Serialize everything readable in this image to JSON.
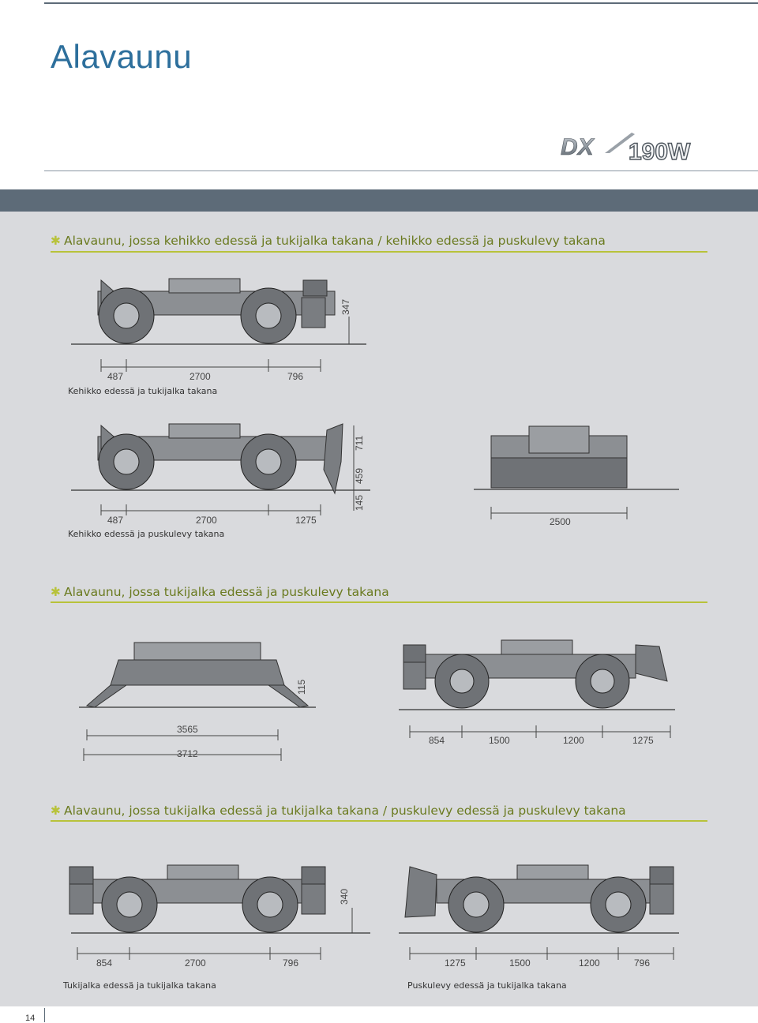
{
  "page": {
    "title": "Alavaunu",
    "page_number": "14",
    "logo_text": "DX190W"
  },
  "sections": [
    {
      "heading": "Alavaunu, jossa kehikko edessä ja tukijalka takana / kehikko edessä ja puskulevy takana"
    },
    {
      "heading": "Alavaunu, jossa tukijalka edessä ja puskulevy takana"
    },
    {
      "heading": "Alavaunu, jossa tukijalka edessä ja tukijalka takana / puskulevy edessä ja puskulevy takana"
    }
  ],
  "drawings": {
    "d1": {
      "caption": "Kehikko edessä ja tukijalka takana",
      "dims": [
        "487",
        "2700",
        "796",
        "347"
      ]
    },
    "d2": {
      "caption": "Kehikko edessä ja puskulevy takana",
      "dims": [
        "487",
        "2700",
        "1275",
        "711",
        "459",
        "145"
      ]
    },
    "d3": {
      "dims": [
        "2500"
      ]
    },
    "d4": {
      "dims": [
        "3565",
        "3712",
        "115"
      ]
    },
    "d5": {
      "dims": [
        "854",
        "1500",
        "1200",
        "1275"
      ]
    },
    "d6": {
      "caption": "Tukijalka edessä ja tukijalka takana",
      "dims": [
        "854",
        "2700",
        "796",
        "340"
      ]
    },
    "d7": {
      "caption": "Puskulevy edessä ja tukijalka takana",
      "dims": [
        "1275",
        "1500",
        "1200",
        "796"
      ]
    }
  }
}
